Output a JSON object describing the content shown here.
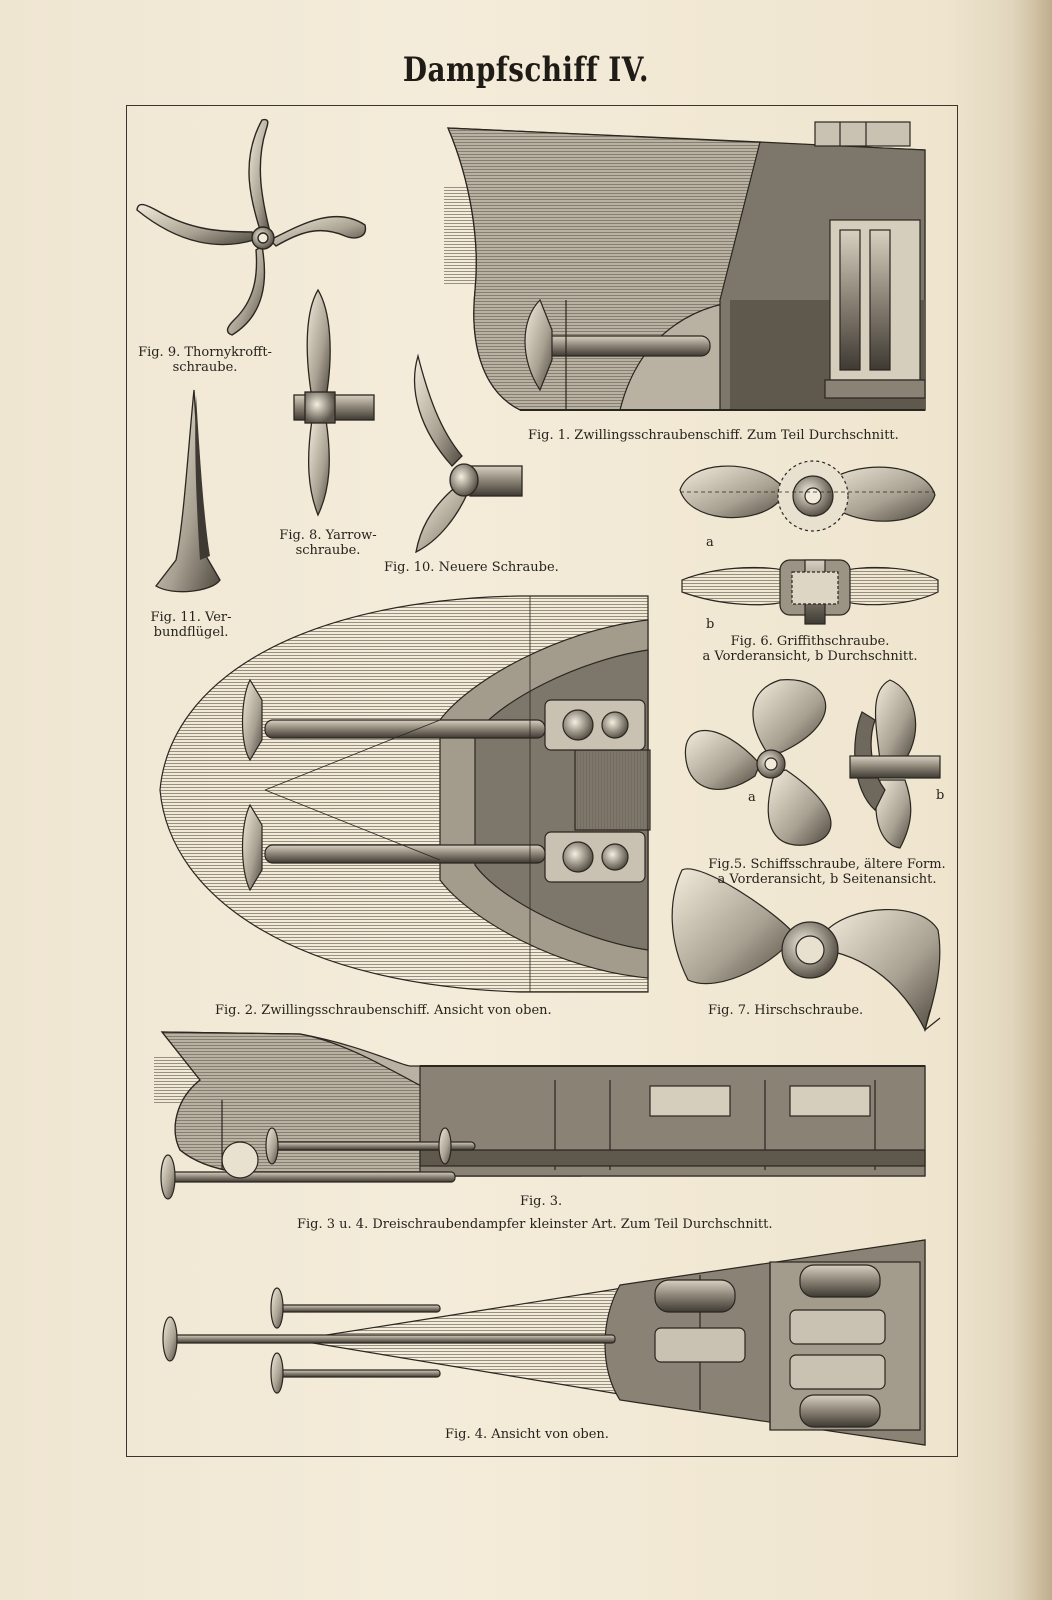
{
  "title": "Dampfschiff IV.",
  "captions": {
    "fig9": [
      "Fig. 9. Thornykrofft-",
      "schraube."
    ],
    "fig1": "Fig. 1.   Zwillingsschraubenschiff.  Zum Teil Durchschnitt.",
    "fig8": [
      "Fig. 8.  Yarrow-",
      "schraube."
    ],
    "fig10": "Fig. 10.   Neuere Schraube.",
    "fig11": [
      "Fig. 11.  Ver-",
      "bundflügel."
    ],
    "fig6_a": "a",
    "fig6_b": "b",
    "fig6": [
      "Fig. 6.   Griffithschraube.",
      "a Vorderansicht, b Durchschnitt."
    ],
    "fig5_a": "a",
    "fig5_b": "b",
    "fig5": [
      "Fig.5. Schiffsschraube, ältere Form.",
      "a Vorderansicht, b Seitenansicht."
    ],
    "fig2": "Fig. 2.   Zwillingsschraubenschiff.   Ansicht von oben.",
    "fig7": "Fig. 7.   Hirschschraube.",
    "fig3": "Fig. 3.",
    "fig3u4": "Fig. 3  u.  4.   Dreischraubendampfer kleinster Art.   Zum Teil Durchschnitt.",
    "fig4": "Fig. 4.  Ansicht von oben."
  },
  "colors": {
    "paper": "#f2eada",
    "ink": "#2a2620",
    "hull_shade": "#8a8275",
    "dark_shade": "#5a544a"
  }
}
